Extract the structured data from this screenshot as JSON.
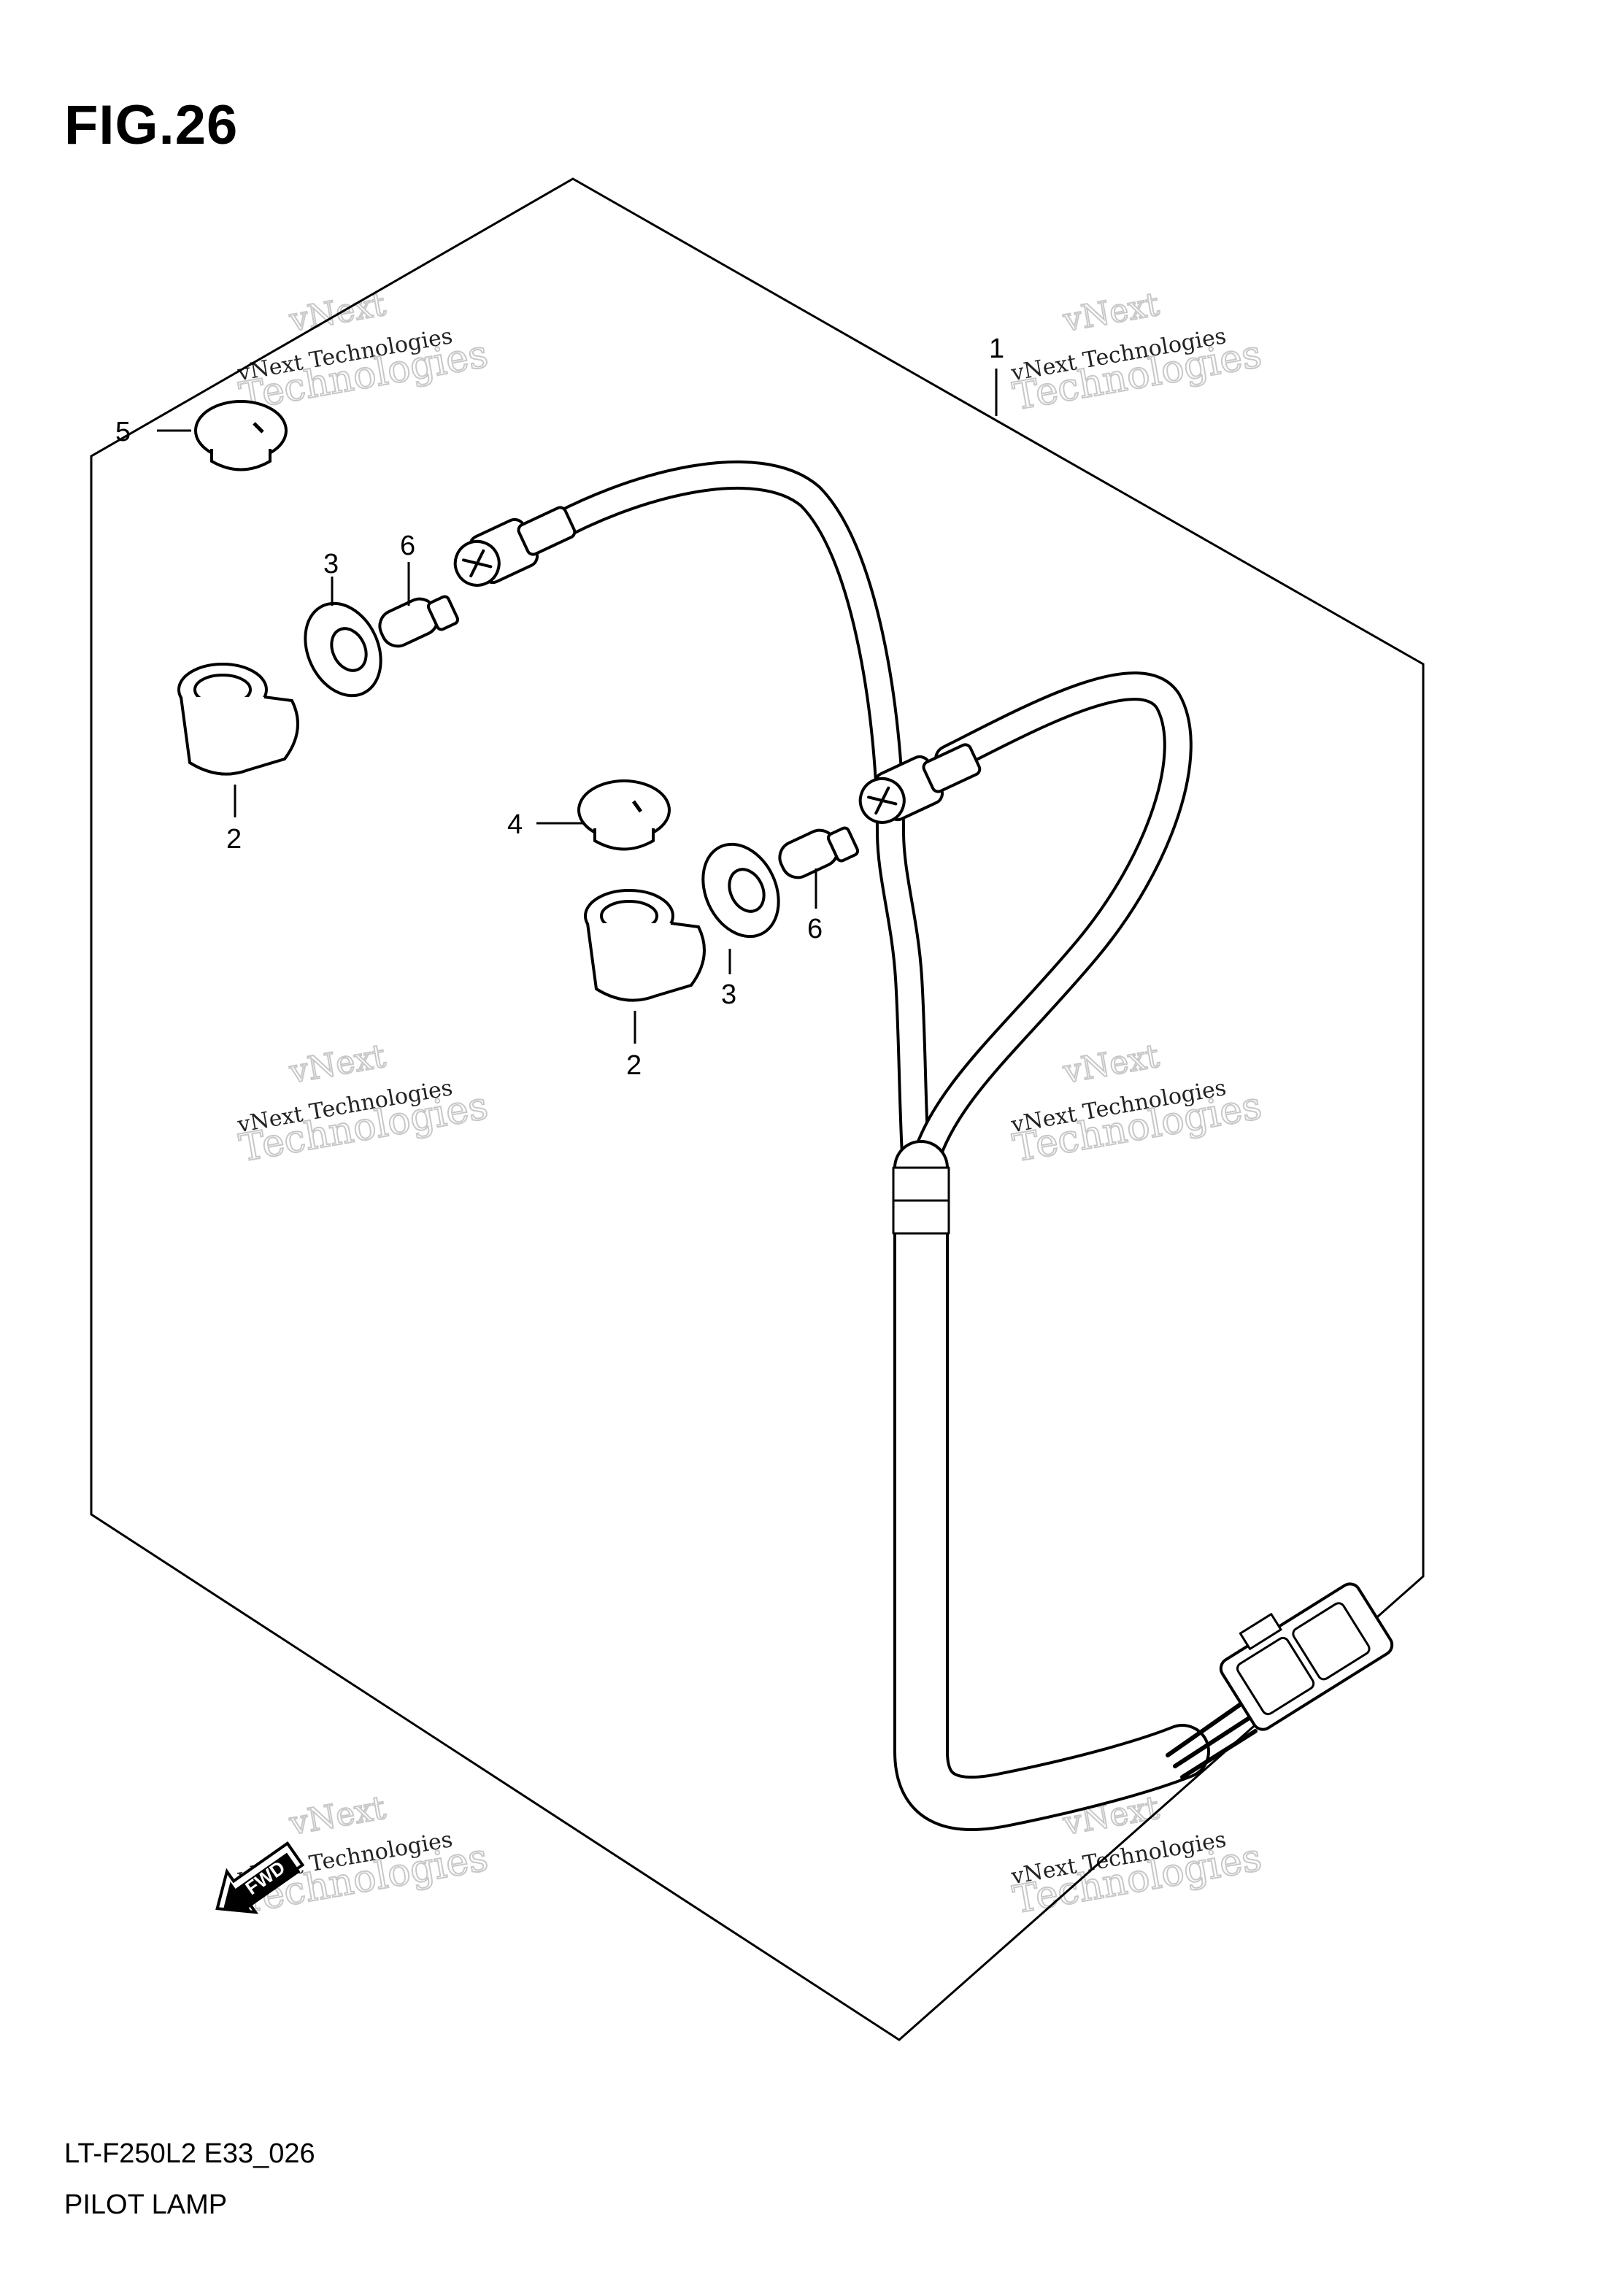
{
  "figure": {
    "title": "FIG.26",
    "code": "LT-F250L2 E33_026",
    "name": "PILOT LAMP",
    "fwd_label": "FWD"
  },
  "callouts": [
    {
      "id": "callout-1",
      "label": "1"
    },
    {
      "id": "callout-5",
      "label": "5"
    },
    {
      "id": "callout-3-top",
      "label": "3"
    },
    {
      "id": "callout-6-top",
      "label": "6"
    },
    {
      "id": "callout-2-top",
      "label": "2"
    },
    {
      "id": "callout-4",
      "label": "4"
    },
    {
      "id": "callout-6-mid",
      "label": "6"
    },
    {
      "id": "callout-3-mid",
      "label": "3"
    },
    {
      "id": "callout-2-mid",
      "label": "2"
    }
  ],
  "watermark": {
    "line1": "vNext",
    "line2": "vNext Technologies",
    "line3": "Technologies"
  },
  "colors": {
    "ink": "#000000",
    "watermark": "#c8c8c8",
    "paper": "#ffffff"
  }
}
